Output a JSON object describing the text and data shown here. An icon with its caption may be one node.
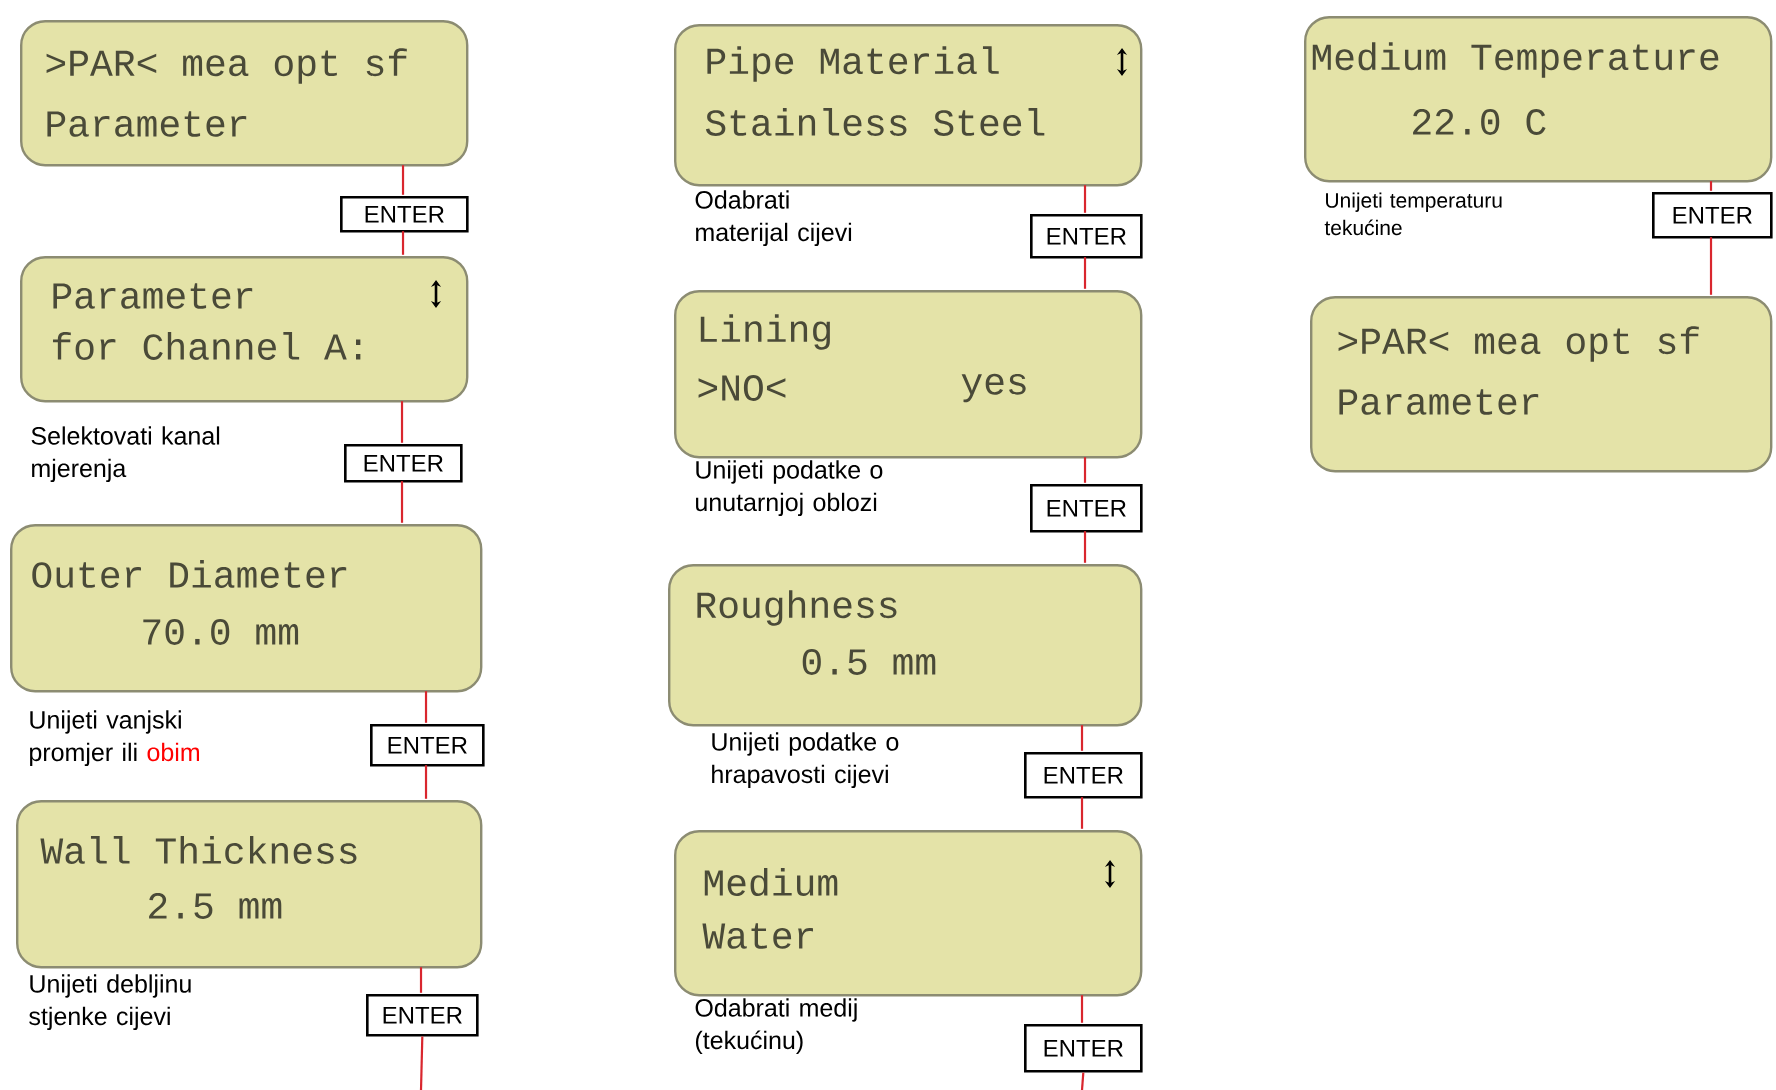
{
  "diagram": {
    "nodes": [
      {
        "text": [
          ">PAR< mea opt sf",
          "Parameter"
        ]
      },
      {
        "text": [
          "Parameter",
          "for Channel A:"
        ]
      },
      {
        "text": [
          "Outer Diameter",
          "70.0 mm"
        ]
      },
      {
        "text": [
          "Wall Thickness",
          "2.5 mm"
        ]
      },
      {
        "text": [
          "Pipe Material",
          "Stainless Steel"
        ]
      },
      {
        "text": [
          "Lining",
          ">NO<",
          "yes"
        ]
      },
      {
        "text": [
          "Roughness",
          "0.5 mm"
        ]
      },
      {
        "text": [
          "Medium",
          "Water"
        ]
      },
      {
        "text": [
          "Medium Temperature",
          "22.0 C"
        ]
      },
      {
        "text": [
          ">PAR< mea opt sf",
          "Parameter"
        ]
      },
      {
        "text": [
          "ENTER"
        ]
      },
      {
        "text": [
          "ENTER"
        ]
      },
      {
        "text": [
          "ENTER"
        ]
      },
      {
        "text": [
          "ENTER"
        ]
      },
      {
        "text": [
          "ENTER"
        ]
      },
      {
        "text": [
          "ENTER"
        ]
      },
      {
        "text": [
          "ENTER"
        ]
      },
      {
        "text": [
          "ENTER"
        ]
      },
      {
        "text": [
          "ENTER"
        ]
      }
    ],
    "labels": [
      "Selektovati kanal mjerenja",
      "Unijeti vanjski promjer ili",
      "obim",
      "Unijeti debljinu stjenke cijevi",
      "Odabrati materijal cijevi",
      "Unijeti podatke o unutarnjoj oblozi",
      "Unijeti podatke o hrapavosti cijevi",
      "Odabrati medij (tekućinu)",
      "Unijeti temperaturu tekućine"
    ],
    "edges": [
      {
        "from": 0,
        "to": 10,
        "arrow": "none"
      },
      {
        "from": 10,
        "to": 1,
        "arrow": "none"
      },
      {
        "from": 1,
        "to": 11,
        "arrow": "none"
      },
      {
        "from": 11,
        "to": 2,
        "arrow": "none"
      },
      {
        "from": 2,
        "to": 12,
        "arrow": "none"
      },
      {
        "from": 12,
        "to": 3,
        "arrow": "none"
      },
      {
        "from": 3,
        "to": 13,
        "arrow": "none"
      },
      {
        "from": 13,
        "to": null,
        "arrow": "none"
      },
      {
        "from": 4,
        "to": 14,
        "arrow": "none"
      },
      {
        "from": 14,
        "to": 5,
        "arrow": "none"
      },
      {
        "from": 5,
        "to": 15,
        "arrow": "none"
      },
      {
        "from": 15,
        "to": 6,
        "arrow": "none"
      },
      {
        "from": 6,
        "to": 16,
        "arrow": "none"
      },
      {
        "from": 16,
        "to": 7,
        "arrow": "none"
      },
      {
        "from": 7,
        "to": 17,
        "arrow": "none"
      },
      {
        "from": 17,
        "to": null,
        "arrow": "none"
      },
      {
        "from": 8,
        "to": 18,
        "arrow": "none"
      },
      {
        "from": 18,
        "to": 9,
        "arrow": "none"
      }
    ]
  }
}
